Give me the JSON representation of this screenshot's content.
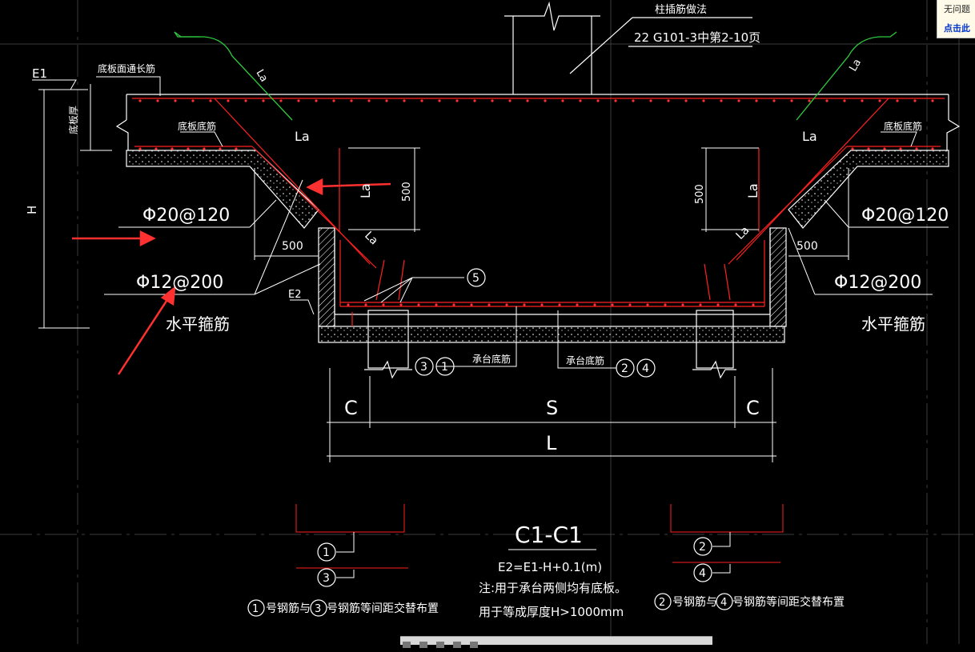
{
  "labels": {
    "top_note1": "柱插筋做法",
    "top_note2": "22 G101-3中第2-10页",
    "e1": "E1",
    "slab_top_rebar": "底板面通长筋",
    "slab_thickness": "底板厚",
    "h": "H",
    "slab_bottom_rebar_left": "底板底筋",
    "slab_bottom_rebar_right": "底板底筋",
    "la": "La",
    "dim_500": "500",
    "rebar_phi20": "Φ20@120",
    "rebar_phi12": "Φ12@200",
    "horizontal_stirrup": "水平箍筋",
    "e2": "E2",
    "cap_bottom_rebar": "承台底筋",
    "c": "C",
    "s": "S",
    "l": "L",
    "num1": "1",
    "num2": "2",
    "num3": "3",
    "num4": "4",
    "num5": "5",
    "section": "C1-C1",
    "formula": "E2=E1-H+0.1(m)",
    "note1": "注:用于承台两侧均有底板。",
    "note2": "用于等成厚度H>1000mm",
    "legend_left": "号钢筋与",
    "legend_left2": "号钢筋等间距交替布置",
    "legend_right": "号钢筋与",
    "legend_right2": "号钢筋等间距交替布置"
  },
  "popup": {
    "line1": "无问题",
    "line2": "点击此"
  },
  "colors": {
    "rebar": "#ff2020",
    "line": "#ffffff",
    "green": "#2ecc40",
    "arrow": "#ff3030",
    "grid": "#444444"
  }
}
